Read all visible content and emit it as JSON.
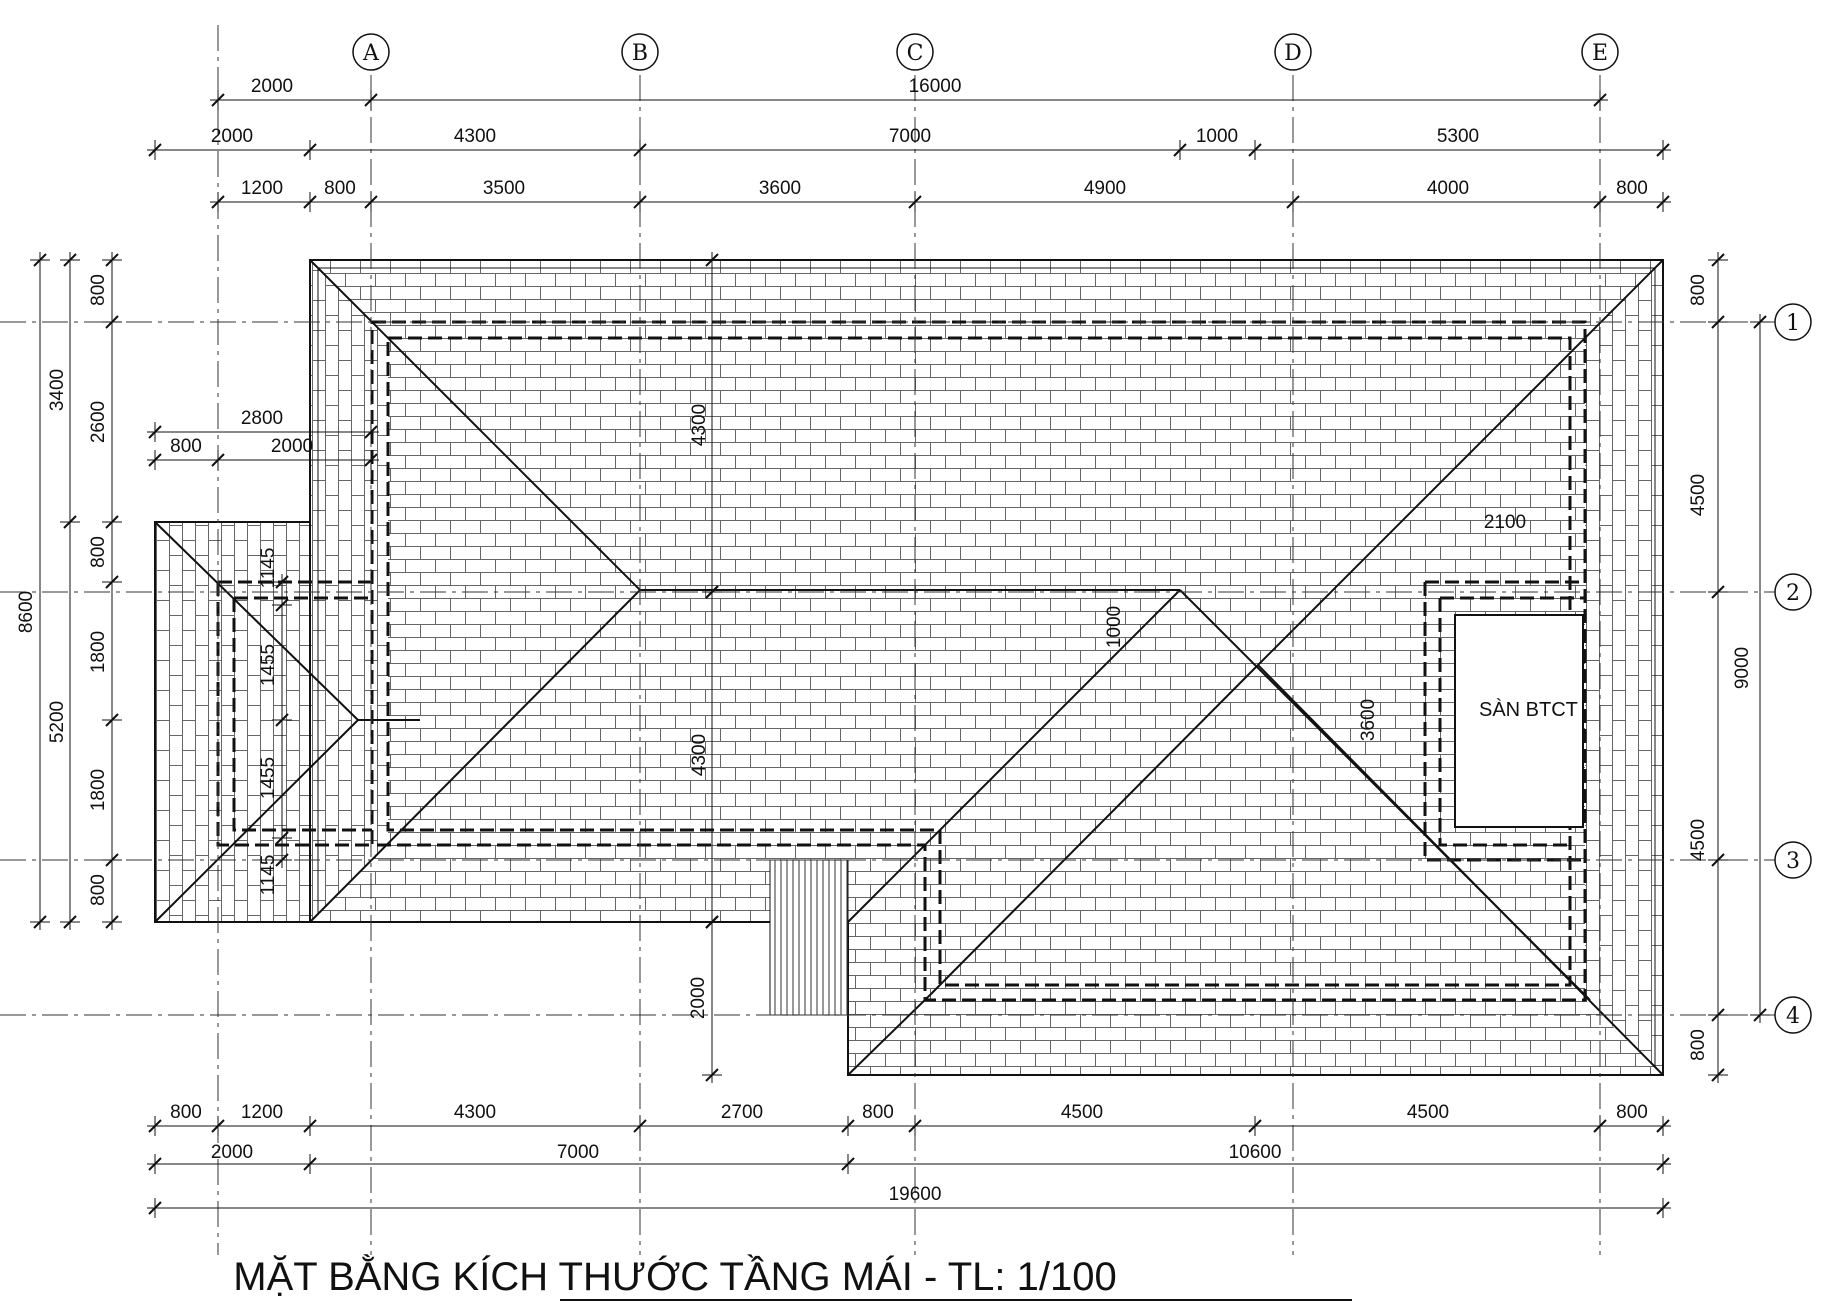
{
  "title": "MẶT BẰNG KÍCH THƯỚC TẦNG MÁI - TL: 1/100",
  "slab_label": "SÀN BTCT",
  "grid_columns": [
    "A",
    "B",
    "C",
    "D",
    "E"
  ],
  "grid_rows": [
    "1",
    "2",
    "3",
    "4"
  ],
  "dims_top": {
    "row1": [
      "2000",
      "16000"
    ],
    "row2": [
      "2000",
      "4300",
      "7000",
      "1000",
      "5300"
    ],
    "row3": [
      "1200",
      "800",
      "3500",
      "3600",
      "4900",
      "4000",
      "800"
    ]
  },
  "dims_bottom": {
    "row1": [
      "800",
      "1200",
      "4300",
      "2700",
      "800",
      "4500",
      "4500",
      "800"
    ],
    "row2": [
      "2000",
      "7000",
      "10600"
    ],
    "row3": [
      "19600"
    ]
  },
  "dims_left": {
    "outer": [
      "8600"
    ],
    "mid": [
      "3400",
      "5200"
    ],
    "inner": [
      "800",
      "2600",
      "800",
      "1800",
      "1800",
      "800"
    ]
  },
  "dims_left_wing": [
    "2800",
    "800",
    "2000"
  ],
  "dims_right": {
    "inner": [
      "800",
      "4500",
      "4500",
      "800"
    ],
    "outer": [
      "9000"
    ]
  },
  "dims_interior": [
    "4300",
    "4300",
    "2100",
    "1000",
    "3600",
    "2000",
    "1145",
    "1455",
    "1455",
    "1145"
  ],
  "colors": {
    "line": "#111111",
    "tile": "#555555",
    "background": "#ffffff"
  }
}
